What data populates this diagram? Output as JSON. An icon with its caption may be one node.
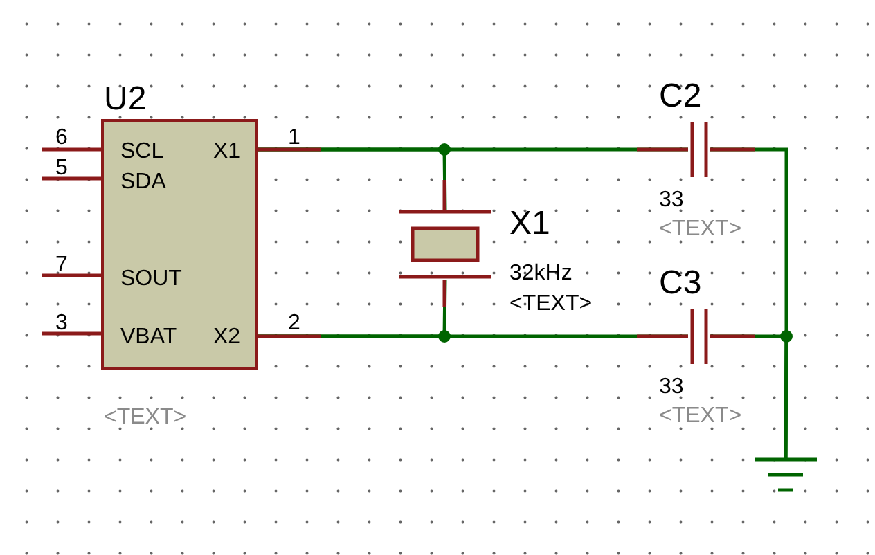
{
  "diagram": {
    "nodes": [
      {
        "text": [
          "U2",
          "SCL",
          "SDA",
          "SOUT",
          "VBAT",
          "X1",
          "X2"
        ],
        "beside": [
          "<TEXT>"
        ]
      },
      {
        "text": [
          "X1",
          "32kHz"
        ],
        "beside": [
          "<TEXT>"
        ]
      },
      {
        "text": [
          "C2"
        ],
        "beside": [
          "33",
          "<TEXT>"
        ]
      },
      {
        "text": [
          "C3"
        ],
        "beside": [
          "33",
          "<TEXT>"
        ]
      },
      {
        "text": [],
        "shape": "ground"
      }
    ],
    "edges": [
      {
        "from": 0,
        "to": 1,
        "arrow": "none"
      },
      {
        "from": 0,
        "to": 2,
        "arrow": "none"
      },
      {
        "from": 0,
        "to": 1,
        "arrow": "none"
      },
      {
        "from": 0,
        "to": 3,
        "arrow": "none"
      },
      {
        "from": 2,
        "to": 4,
        "arrow": "none"
      },
      {
        "from": 3,
        "to": 4,
        "arrow": "none"
      }
    ],
    "labels": [
      "6",
      "1",
      "5",
      "7",
      "3",
      "2"
    ]
  }
}
